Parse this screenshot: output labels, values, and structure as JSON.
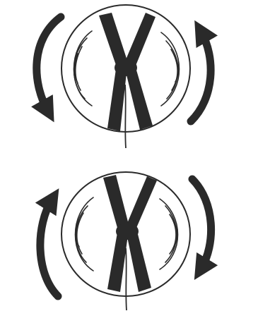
{
  "figure": {
    "panels": [
      {
        "id": "top",
        "rotation": "counter-clockwise",
        "icon": "rotating-x-disc"
      },
      {
        "id": "bottom",
        "rotation": "clockwise",
        "icon": "rotating-x-disc"
      }
    ],
    "colors": {
      "ink": "#2a2a2a",
      "background": "#ffffff"
    }
  }
}
